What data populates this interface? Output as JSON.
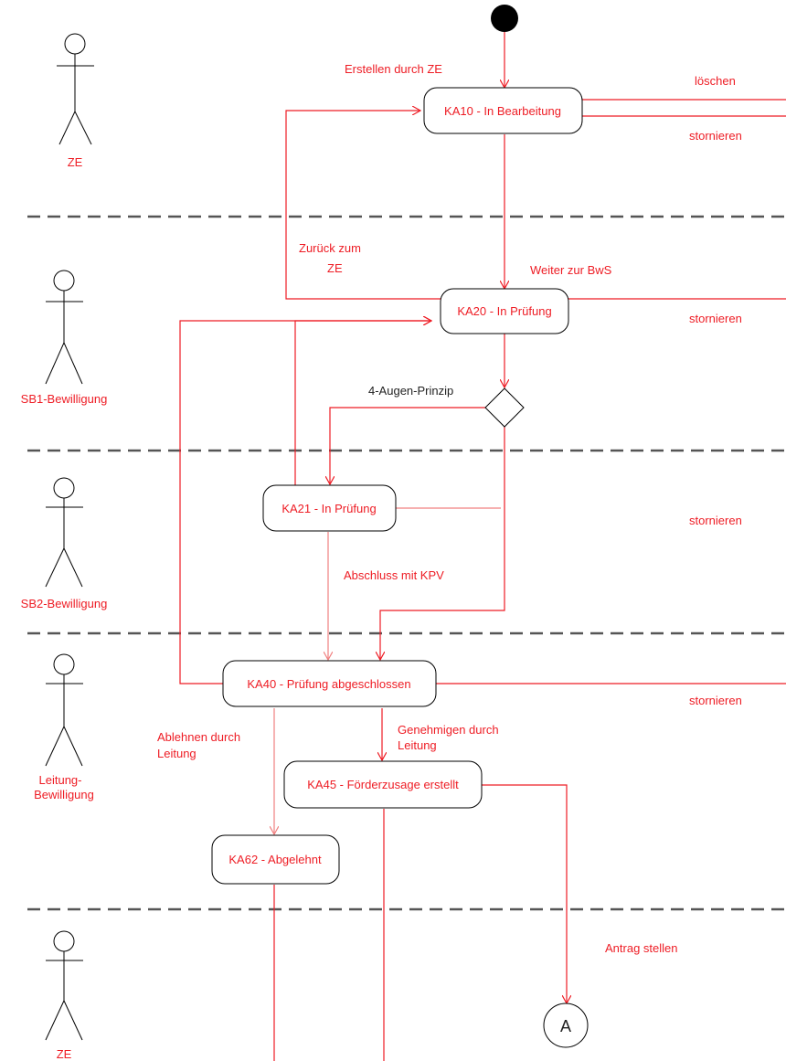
{
  "colors": {
    "flow": "#ee1c24",
    "outline": "#000000",
    "divider": "#555555"
  },
  "lanes": [
    {
      "actor_label": "ZE"
    },
    {
      "actor_label": "SB1-Bewilligung"
    },
    {
      "actor_label": "SB2-Bewilligung"
    },
    {
      "actor_label_line1": "Leitung-",
      "actor_label_line2": "Bewilligung"
    },
    {
      "actor_label": "ZE"
    }
  ],
  "states": {
    "ka10": "KA10 - In Bearbeitung",
    "ka20": "KA20 - In Prüfung",
    "ka21": "KA21 - In Prüfung",
    "ka40": "KA40 - Prüfung abgeschlossen",
    "ka45": "KA45 - Förderzusage erstellt",
    "ka62": "KA62 - Abgelehnt",
    "connector_a": "A"
  },
  "transitions": {
    "erstellen": "Erstellen durch ZE",
    "loeschen": "löschen",
    "stornieren": "stornieren",
    "zurueck_line1": "Zurück zum",
    "zurueck_line2": "ZE",
    "weiter": "Weiter zur BwS",
    "vier_augen": "4-Augen-Prinzip",
    "abschluss": "Abschluss mit KPV",
    "ablehnen_line1": "Ablehnen durch",
    "ablehnen_line2": "Leitung",
    "genehmigen_line1": "Genehmigen durch",
    "genehmigen_line2": "Leitung",
    "antrag": "Antrag stellen"
  }
}
